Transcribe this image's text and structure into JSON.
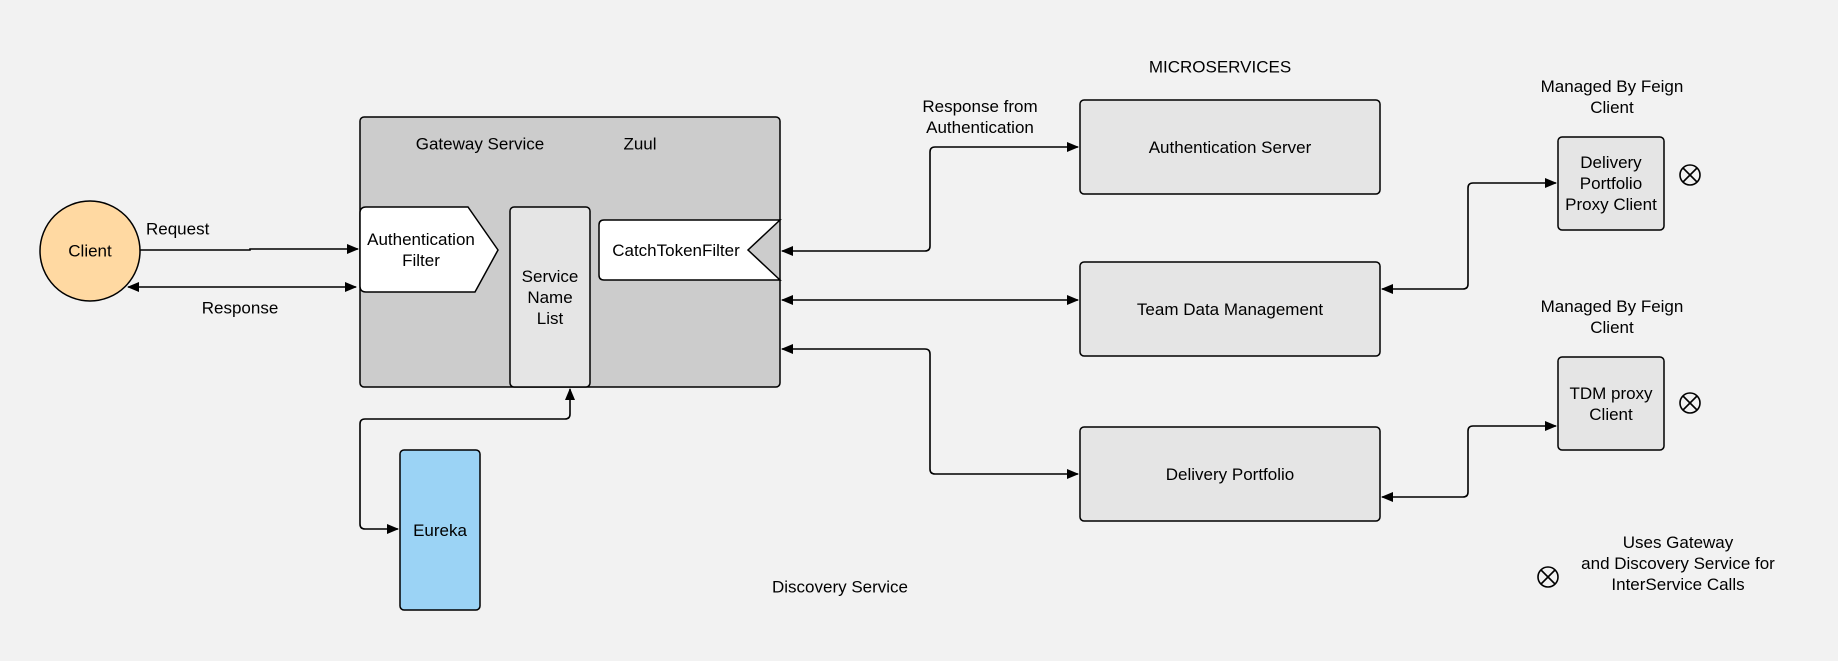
{
  "colors": {
    "background": "#f2f2f2",
    "gateway_fill": "#cccccc",
    "service_fill": "#e5e5e5",
    "client_fill": "#ffd9a2",
    "eureka_fill": "#9bd3f5",
    "white": "#ffffff",
    "stroke": "#000000"
  },
  "client": {
    "label": "Client"
  },
  "edges": {
    "request": "Request",
    "response": "Response",
    "response_from_auth": "Response from\nAuthentication"
  },
  "gateway": {
    "title": "Gateway Service",
    "subtitle": "Zuul",
    "auth_filter": "Authentication\nFilter",
    "service_name_list": "Service\nName\nList",
    "catch_token_filter": "CatchTokenFilter"
  },
  "eureka": {
    "label": "Eureka"
  },
  "discovery_label": "Discovery Service",
  "microservices": {
    "heading": "MICROSERVICES",
    "auth_server": "Authentication Server",
    "team_data": "Team Data Management",
    "delivery_portfolio": "Delivery Portfolio"
  },
  "feign": {
    "managed_label_1": "Managed By Feign\nClient",
    "managed_label_2": "Managed By Feign\nClient",
    "dp_proxy": "Delivery\nPortfolio\nProxy Client",
    "tdm_proxy": "TDM proxy\nClient"
  },
  "legend": {
    "icon": "circle-x-icon",
    "text": "Uses Gateway\nand Discovery Service for\nInterService Calls"
  }
}
